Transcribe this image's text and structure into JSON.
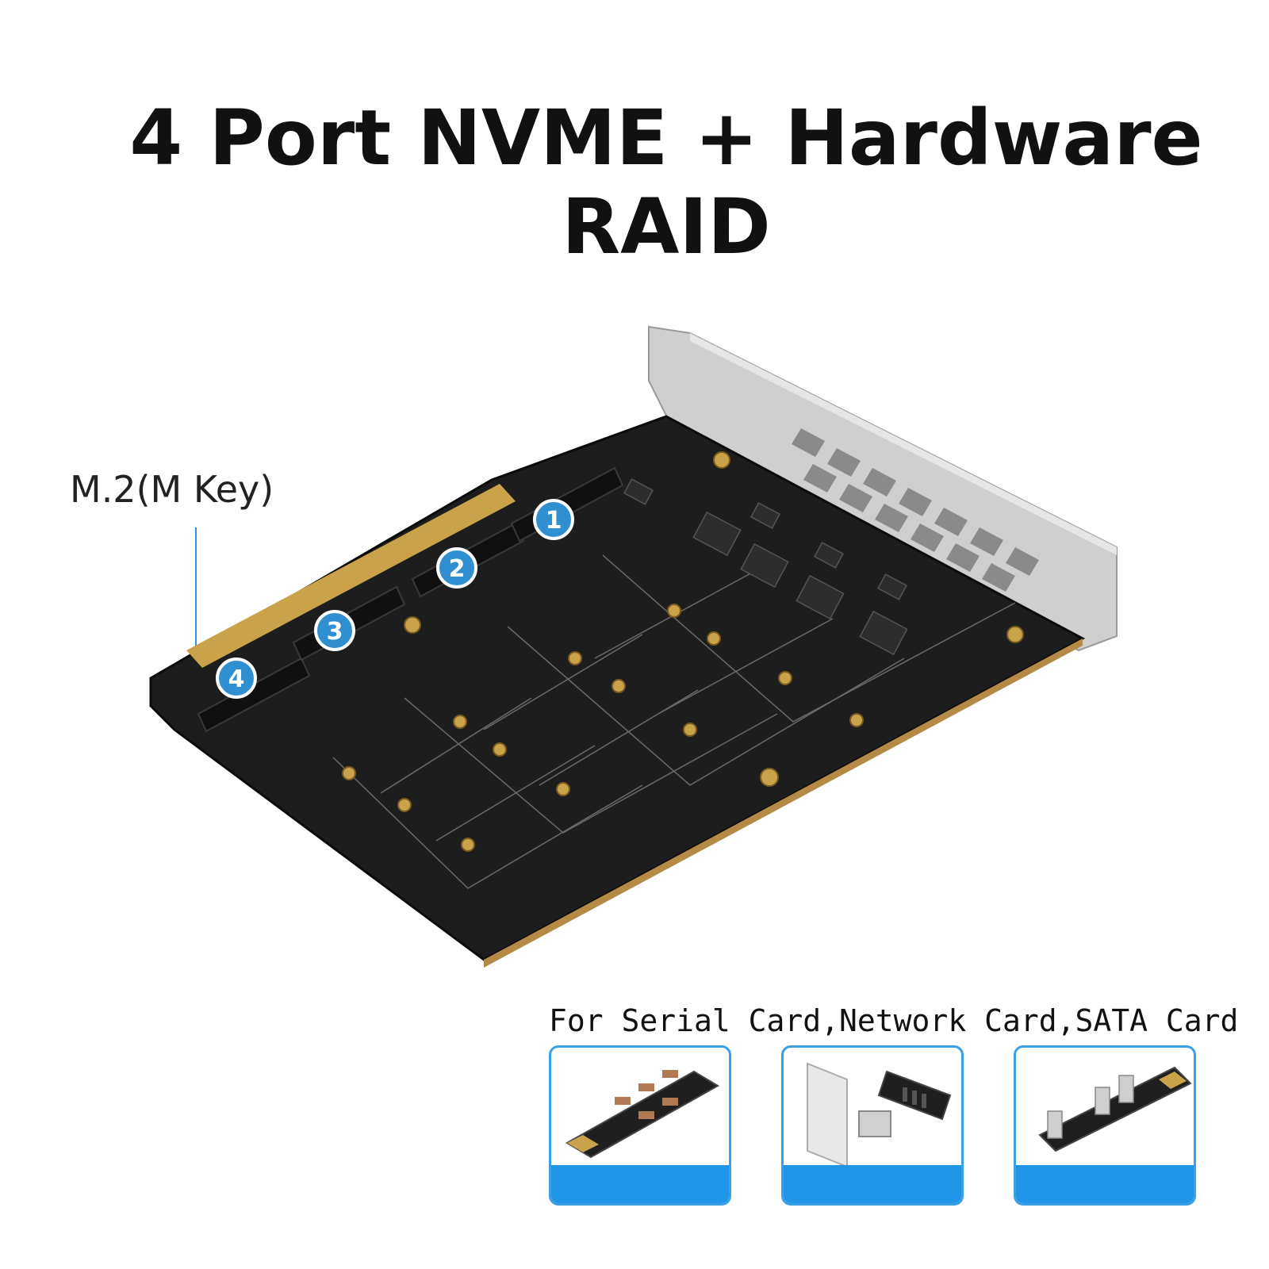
{
  "title": "4 Port NVME + Hardware RAID",
  "connector_label": "M.2(M Key)",
  "port_badges": [
    "1",
    "2",
    "3",
    "4"
  ],
  "compatibility_text": "For Serial Card,Network Card,SATA Card",
  "colors": {
    "pcb": "#1d1d1d",
    "accent_blue": "#2196e8",
    "badge_blue": "#2f8fd0",
    "gold": "#c9a24a",
    "bracket": "#c8c8c8"
  },
  "compatible_cards": [
    {
      "icon": "serial-card-icon"
    },
    {
      "icon": "network-card-icon"
    },
    {
      "icon": "sata-card-icon"
    }
  ]
}
